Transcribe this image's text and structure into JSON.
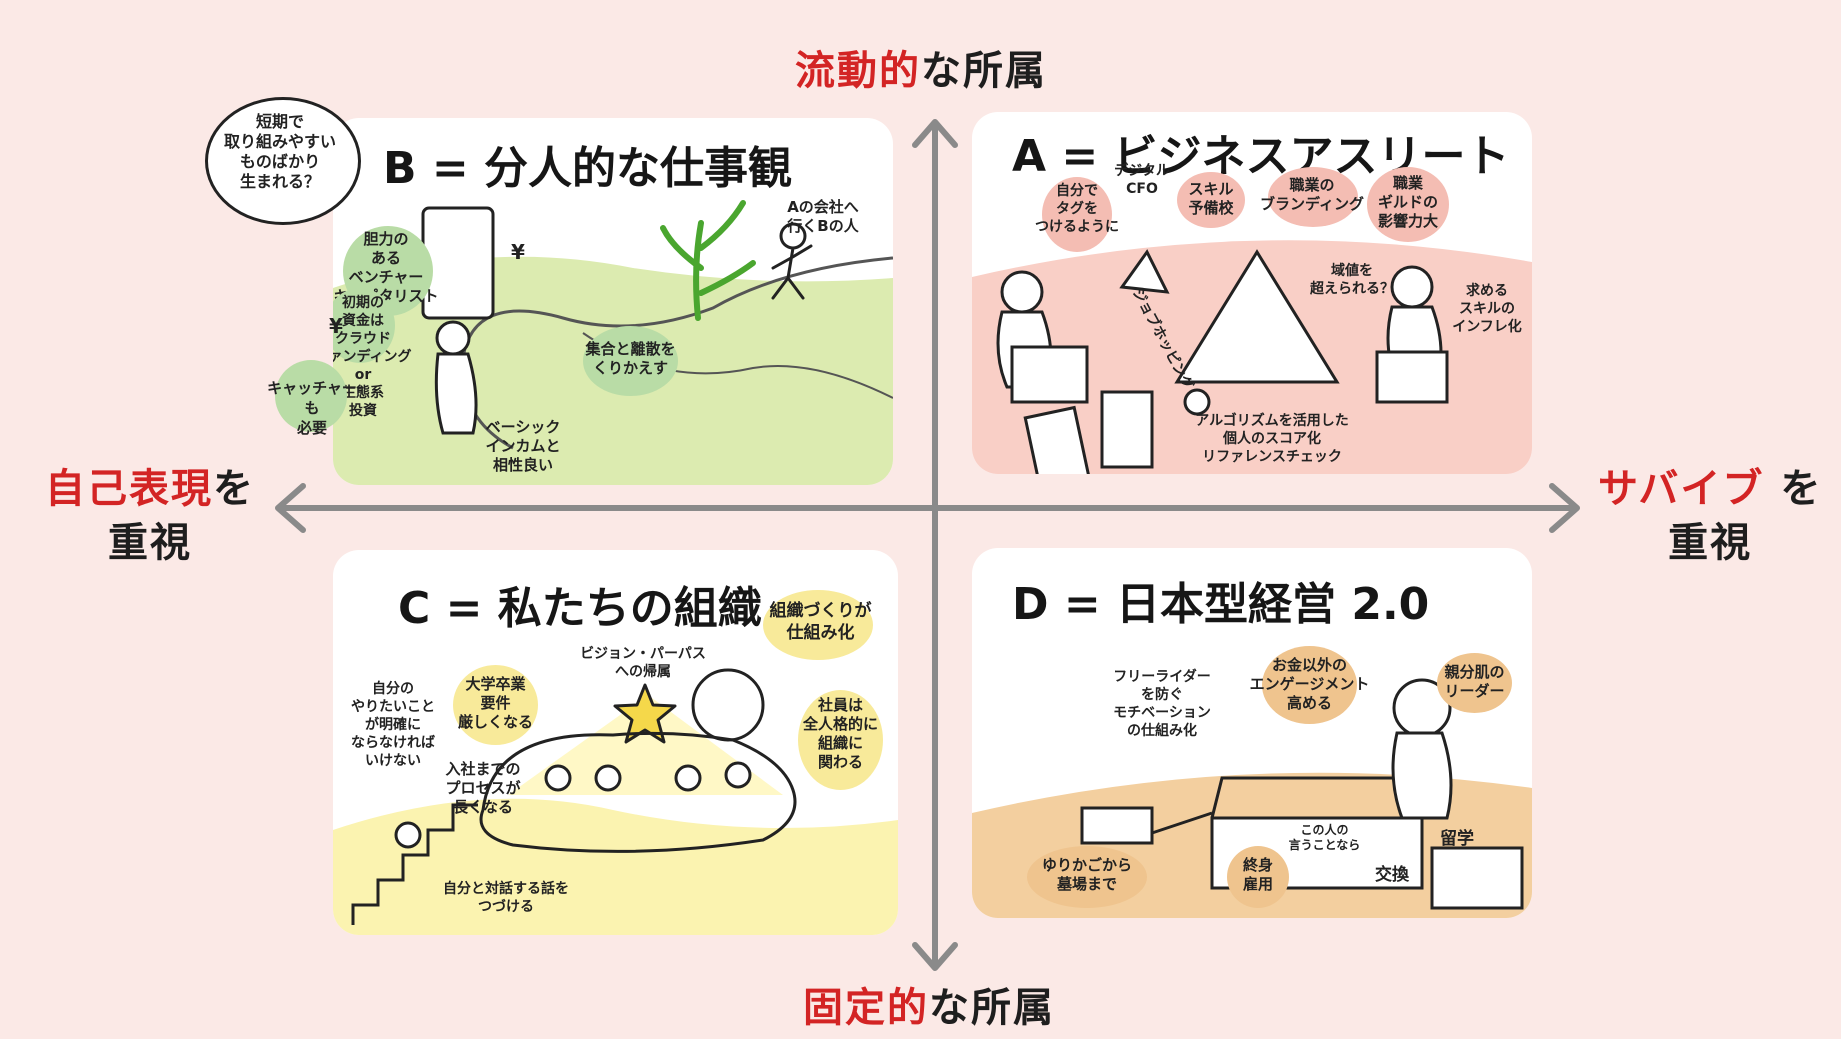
{
  "axes": {
    "top": {
      "accent": "流動的",
      "rest": "な所属"
    },
    "bottom": {
      "accent": "固定的",
      "rest": "な所属"
    },
    "left": {
      "accent": "自己表現",
      "rest": "を",
      "line2": "重視"
    },
    "right": {
      "accent": "サバイブ",
      "rest": "を",
      "line2": "重視"
    }
  },
  "colors": {
    "accent_red": "#d32424",
    "axis_gray": "#8a8a8a",
    "panel_b_ground": "#dcebb0",
    "panel_a_ground": "#f9cfc6",
    "panel_c_ground": "#fbf3b0",
    "panel_d_ground": "#f3cf9f",
    "blob_green": "#b9dca6",
    "blob_pink": "#f4bdb3",
    "blob_yellow": "#f8ea9a",
    "blob_orange": "#efc48e"
  },
  "panels": {
    "b": {
      "title": "B = 分人的な仕事観",
      "thought_bubble": "短期で\n取り組みやすい\nものばかり\n生まれる？",
      "notes": {
        "vc": "胆力の\nある\nベンチャー\nキャピタリスト",
        "yen_left": "¥",
        "yen_right": "¥",
        "a_company": "Aの会社へ\n行くBの人",
        "crowdfunding": "初期の\n資金は\nクラウド\nファンディング\nor\n生態系\n投資",
        "catcher": "キャッチャーも\n必要",
        "gather": "集合と離散を\nくりかえす",
        "basic_income": "ベーシック\nインカムと\n相性良い"
      }
    },
    "a": {
      "title": "A = ビジネスアスリート",
      "notes": {
        "tag": "自分で\nタグを\nつけるように",
        "cfo": "デジタル\nCFO",
        "skill": "スキル\n予備校",
        "branding": "職業の\nブランディング",
        "guild": "職業\nギルドの\n影響力大",
        "job_hopping": "ジョブホッピング",
        "region": "域値を\n超えられる？",
        "inflation": "求める\nスキルの\nインフレ化",
        "algorithm": "アルゴリズムを活用した\n個人のスコア化\nリファレンスチェック"
      }
    },
    "c": {
      "title": "C = 私たちの組織",
      "notes": {
        "mechanism": "組織づくりが\n仕組み化",
        "vision": "ビジョン・パーパス\nへの帰属",
        "clear": "自分の\nやりたいこと\nが明確に\nならなければ\nいけない",
        "graduate": "大学卒業\n要件\n厳しくなる",
        "full_member": "社員は\n全人格的に\n組織に\n関わる",
        "process": "入社までの\nプロセスが\n長くなる",
        "talk": "自分と対話する話を\nつづける"
      }
    },
    "d": {
      "title": "D = 日本型経営 2.0",
      "notes": {
        "freerider": "フリーライダー\nを防ぐ\nモチベーション\nの仕組み化",
        "engagement": "お金以外の\nエンゲージメント\n高める",
        "leader": "親分肌の\nリーダー",
        "obey": "この人の\n言うことなら",
        "cradle": "ゆりかごから\n墓場まで",
        "lifetime": "終身\n雇用",
        "exchange": "交換",
        "study": "留学"
      }
    }
  }
}
